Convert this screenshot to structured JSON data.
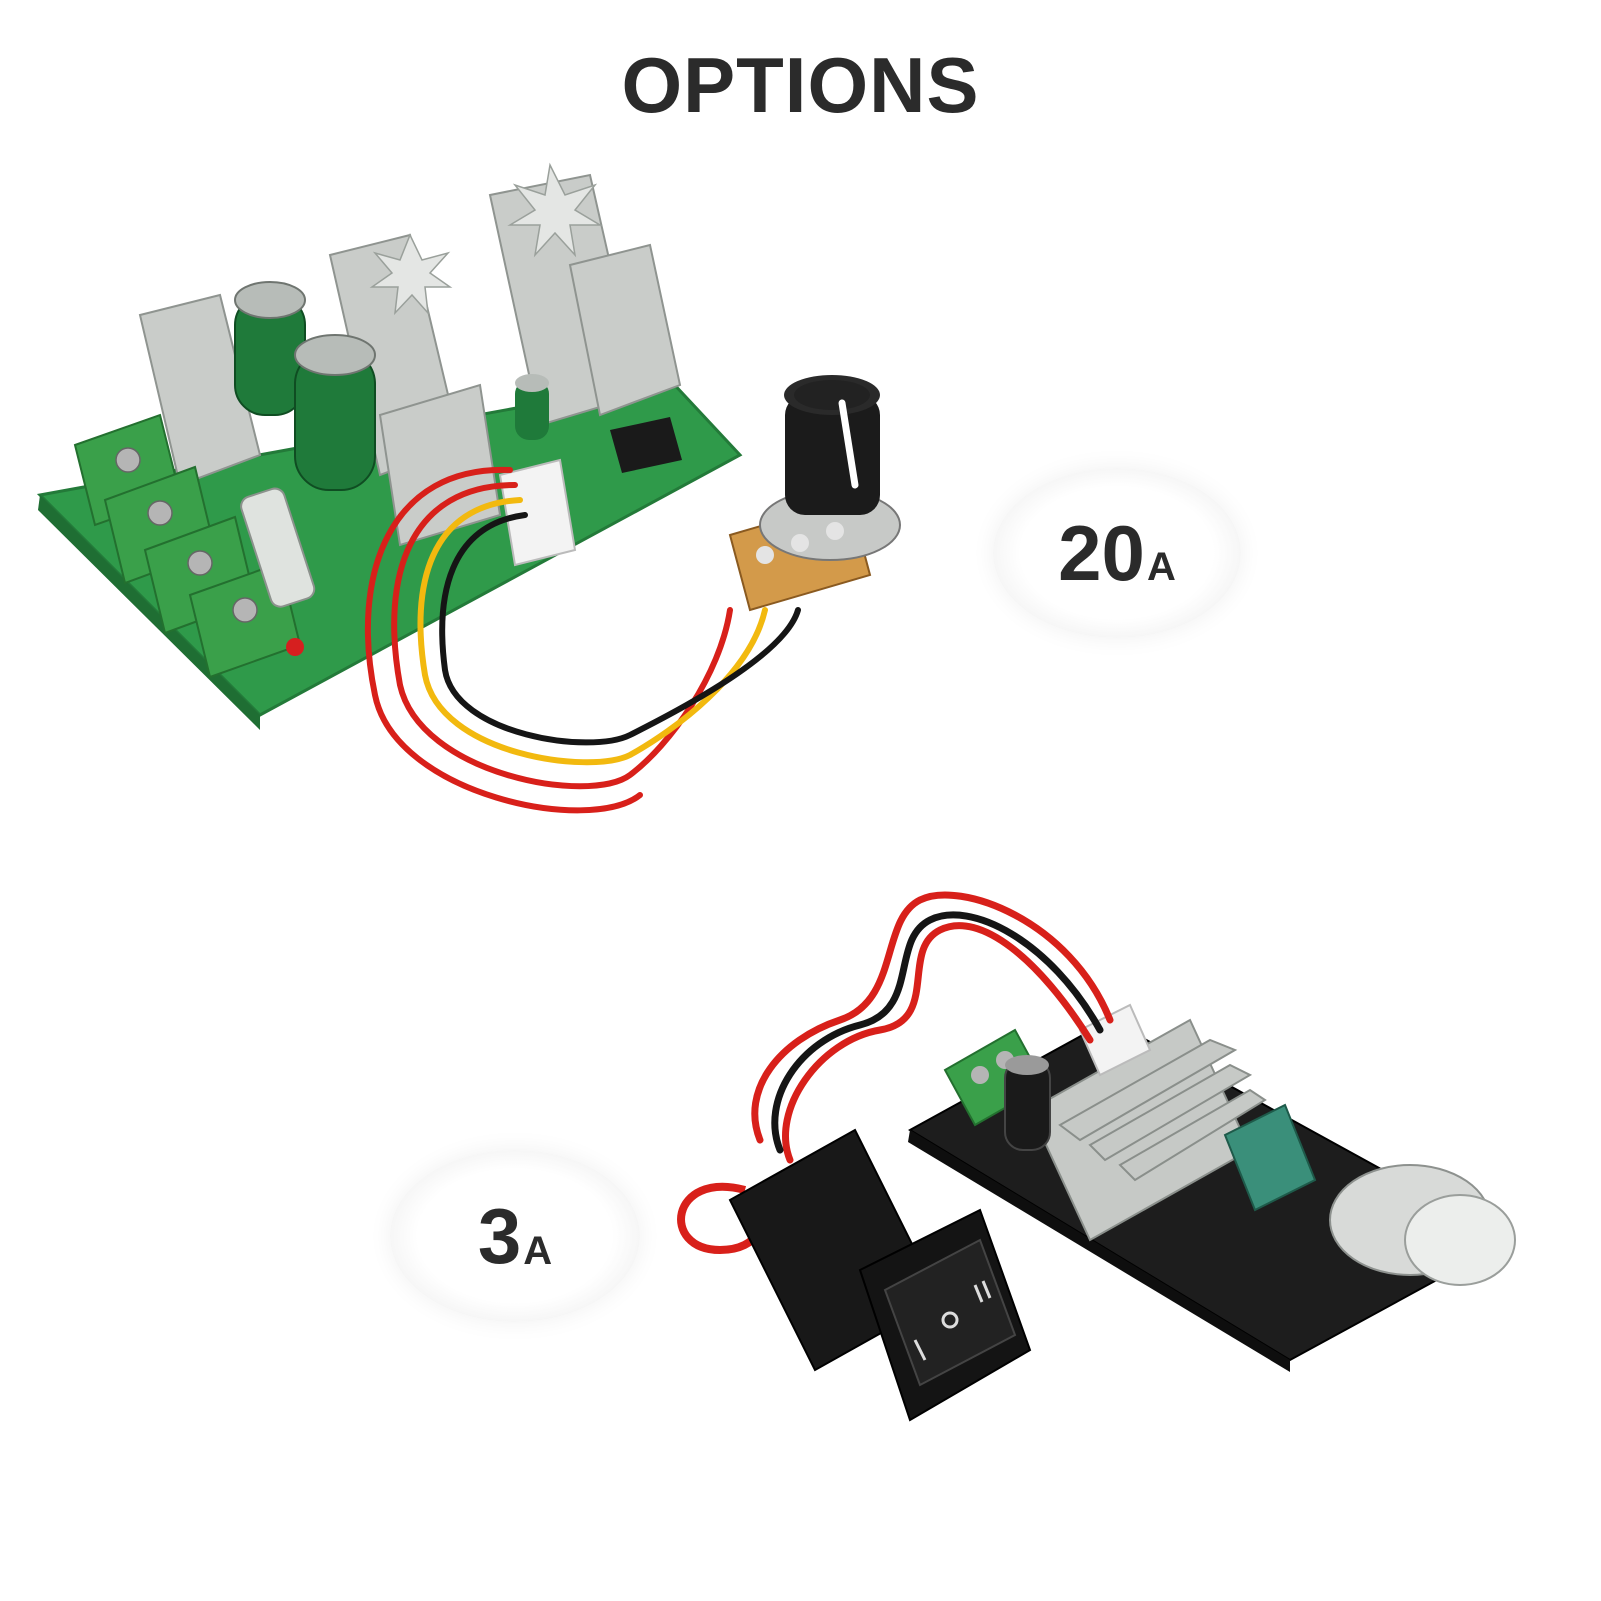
{
  "title": "OPTIONS",
  "options": [
    {
      "value": "20",
      "unit": "A"
    },
    {
      "value": "3",
      "unit": "A"
    }
  ],
  "colors": {
    "pcb_green": "#2f9a4a",
    "pcb_black": "#1d1d1d",
    "terminal_green": "#3aa04a",
    "wire_red": "#d8201a",
    "wire_yellow": "#f2b90f",
    "wire_black": "#151515"
  }
}
